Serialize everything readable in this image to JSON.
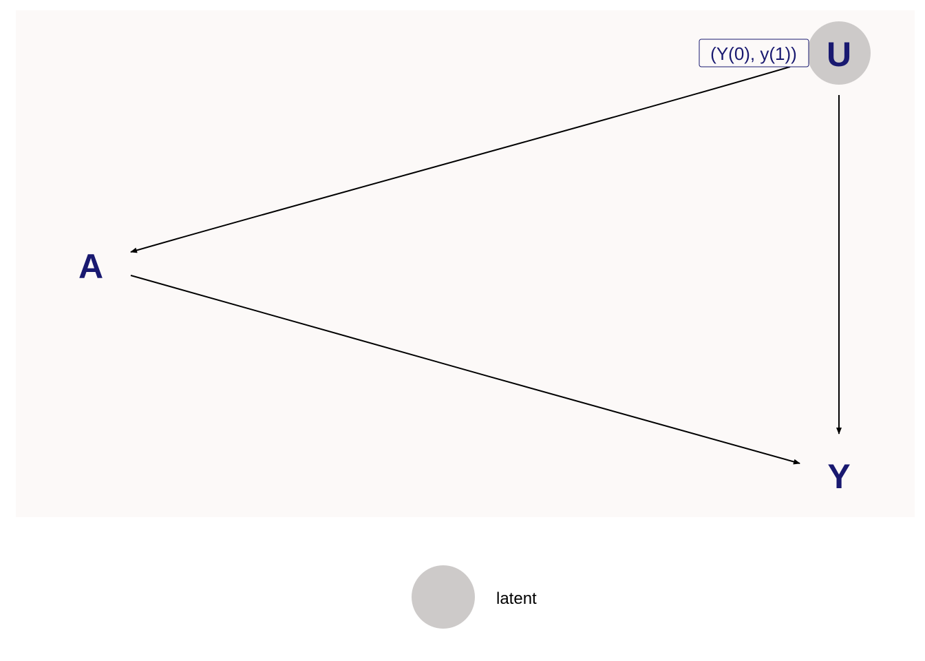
{
  "colors": {
    "page_background": "#ffffff",
    "panel_background": "#fcf9f8",
    "node_text": "#191970",
    "latent_fill": "#cdcac9",
    "edge": "#000000",
    "annotation_border": "#191970",
    "annotation_fill": "#fcf9f8",
    "legend_text": "#000000"
  },
  "nodes": {
    "A": {
      "label": "A",
      "latent": false
    },
    "Y": {
      "label": "Y",
      "latent": false
    },
    "U": {
      "label": "U",
      "latent": true
    }
  },
  "edges": [
    {
      "from": "U",
      "to": "A"
    },
    {
      "from": "A",
      "to": "Y"
    },
    {
      "from": "U",
      "to": "Y"
    }
  ],
  "annotation": {
    "node": "U",
    "text": "(Y(0), y(1))"
  },
  "legend": {
    "latent_label": "latent"
  }
}
